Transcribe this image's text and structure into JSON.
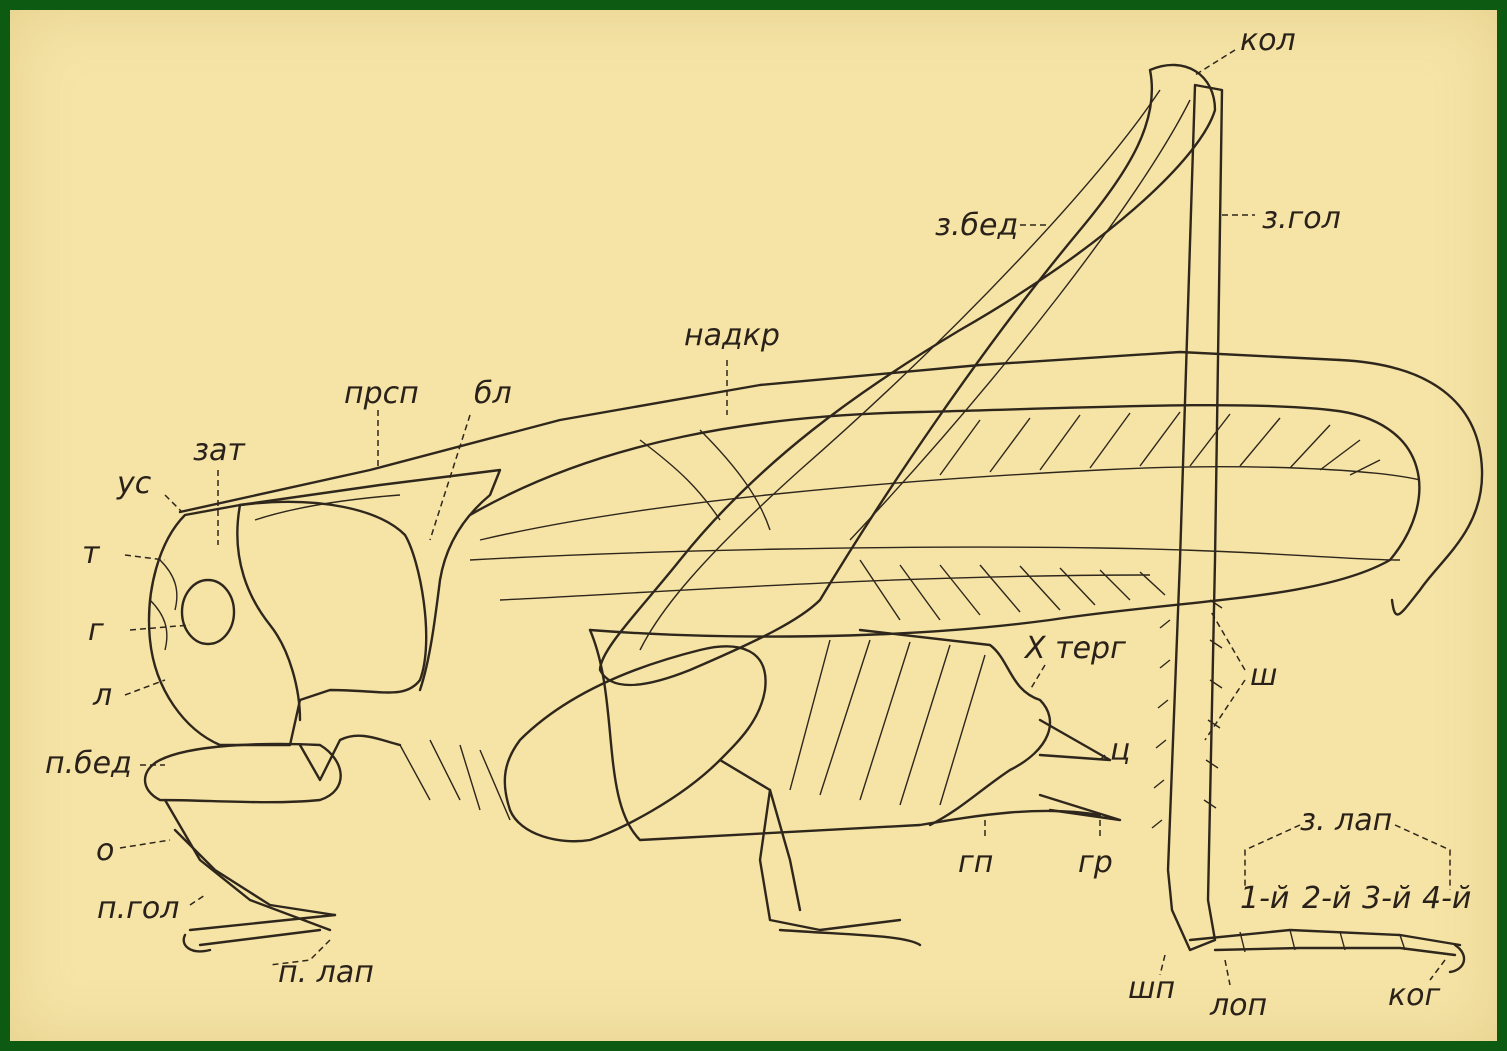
{
  "labels": {
    "kol": "кол",
    "z_bed": "з.бед",
    "z_gol": "з.гол",
    "nadkr": "надкр",
    "prsp": "прсп",
    "bl": "бл",
    "zat": "зат",
    "us": "ус",
    "t": "т",
    "g": "г",
    "l": "л",
    "p_bed": "п.бед",
    "o": "о",
    "p_gol": "п.гол",
    "p_lap": "п. лап",
    "x_terg": "X терг",
    "sh": "ш",
    "ts": "ц",
    "gp": "гп",
    "gr": "гр",
    "z_lap": "з. лап",
    "seg1": "1-й",
    "seg2": "2-й",
    "seg3": "3-й",
    "seg4": "4-й",
    "shp": "шп",
    "lop": "лоп",
    "kog": "ког"
  },
  "colors": {
    "border": "#0d5a12",
    "paper": "#f5e4a6",
    "ink": "#2f261c"
  }
}
